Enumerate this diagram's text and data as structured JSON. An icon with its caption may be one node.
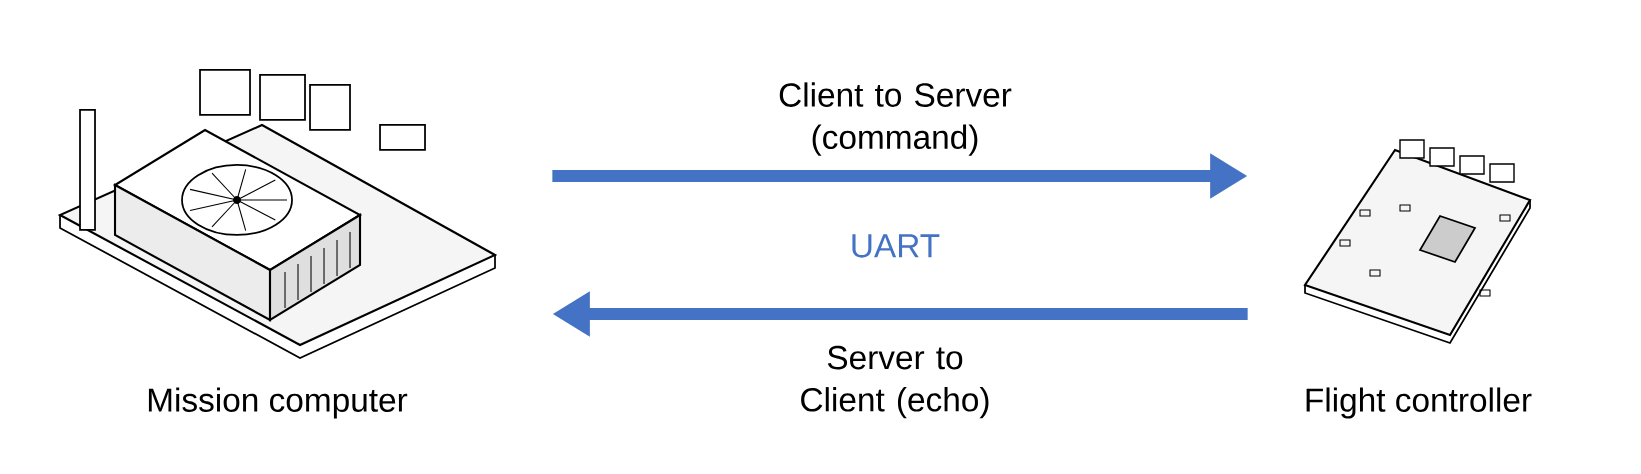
{
  "diagram": {
    "nodes": [
      {
        "text": [],
        "shape": "picture",
        "beside": [
          "Mission computer"
        ]
      },
      {
        "text": [],
        "shape": "picture",
        "beside": [
          "Flight controller"
        ]
      }
    ],
    "edges": [
      {
        "from": 0,
        "to": 1,
        "arrow": "to",
        "label": "Client to Server (command)"
      },
      {
        "from": 1,
        "to": 0,
        "arrow": "to",
        "label": "Server to Client (echo)"
      }
    ],
    "labels": [
      "UART"
    ]
  }
}
